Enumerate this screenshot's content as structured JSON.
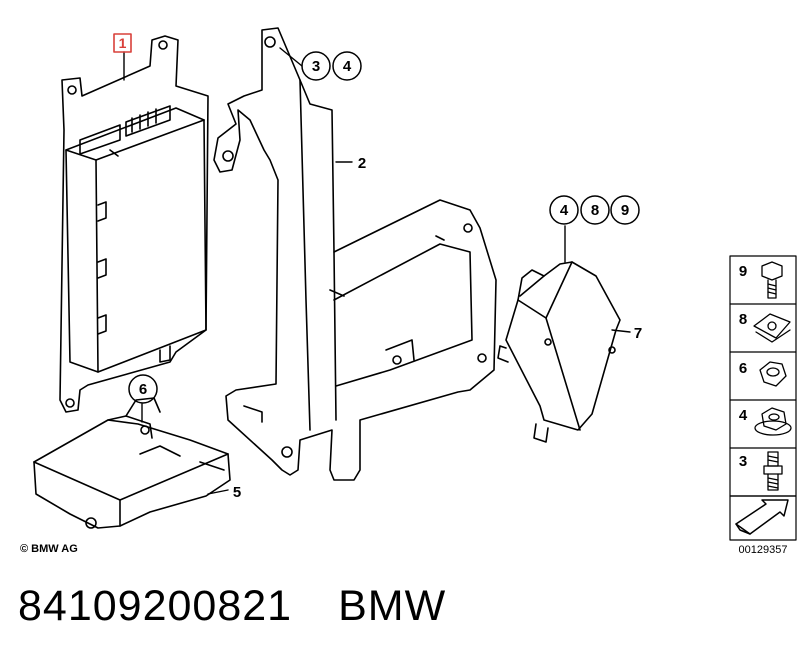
{
  "callouts": {
    "c1": "1",
    "c2": "2",
    "c3": "3",
    "c4": "4",
    "c5": "5",
    "c6": "6",
    "c7": "7",
    "c8": "8",
    "c9": "9"
  },
  "legend": {
    "items": [
      {
        "number": "9",
        "icon": "hex-bolt-icon"
      },
      {
        "number": "8",
        "icon": "clip-nut-icon"
      },
      {
        "number": "6",
        "icon": "hex-nut-icon"
      },
      {
        "number": "4",
        "icon": "flange-nut-icon"
      },
      {
        "number": "3",
        "icon": "stud-bolt-icon"
      }
    ],
    "arrow_icon": "direction-arrow-icon",
    "diagram_id": "00129357"
  },
  "copyright": "© BMW AG",
  "footer": {
    "part_number": "84109200821",
    "brand": "BMW"
  },
  "colors": {
    "highlight_box": "#d9403a",
    "line": "#000000"
  }
}
